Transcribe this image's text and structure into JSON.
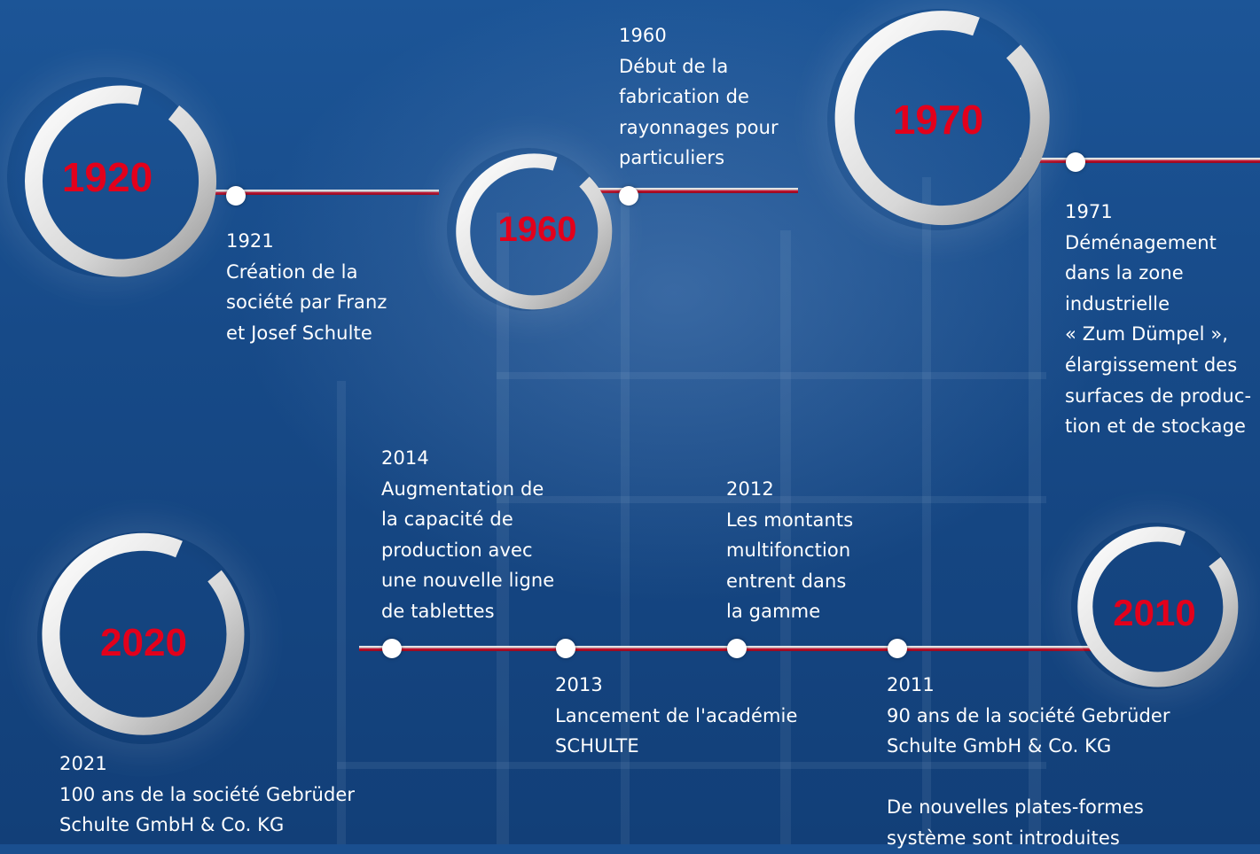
{
  "milestones": {
    "m1920": {
      "decade": "1920"
    },
    "m1960": {
      "decade": "1960"
    },
    "m1970": {
      "decade": "1970"
    },
    "m2010": {
      "decade": "2010"
    },
    "m2020": {
      "decade": "2020"
    }
  },
  "events": {
    "e1921": {
      "year": "1921",
      "lines": [
        "Création de la",
        "société par Franz",
        "et Josef Schulte"
      ]
    },
    "e1960": {
      "year": "1960",
      "lines": [
        "Début de la",
        "fabrication de",
        "rayonnages pour",
        "particuliers"
      ]
    },
    "e1971": {
      "year": "1971",
      "lines": [
        "Déménagement",
        "dans la zone",
        "industrielle",
        "« Zum Dümpel »,",
        "élargissement des",
        "surfaces de produc-",
        "tion et de stockage"
      ]
    },
    "e2014": {
      "year": "2014",
      "lines": [
        "Augmentation de",
        "la capacité de",
        "production avec",
        "une nouvelle ligne",
        "de tablettes"
      ]
    },
    "e2012": {
      "year": "2012",
      "lines": [
        "Les montants",
        "multifonction",
        "entrent dans",
        "la gamme"
      ]
    },
    "e2013": {
      "year": "2013",
      "lines": [
        "Lancement de l'académie",
        "SCHULTE"
      ]
    },
    "e2011": {
      "year": "2011",
      "lines": [
        "90 ans de la société Gebrüder",
        "Schulte GmbH & Co. KG",
        "",
        "De nouvelles plates-formes",
        "système sont introduites"
      ]
    },
    "e2021": {
      "year": "2021",
      "lines": [
        "100 ans de la société Gebrüder",
        "Schulte GmbH & Co. KG"
      ]
    }
  },
  "colors": {
    "accent": "#e3001b",
    "background": "#1a4f8f",
    "text": "#ffffff"
  }
}
